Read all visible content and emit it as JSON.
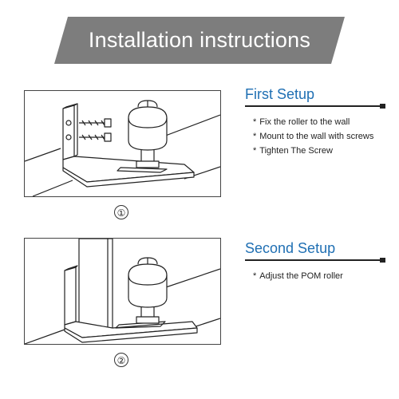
{
  "banner": {
    "title": "Installation instructions"
  },
  "steps": [
    {
      "number": "①",
      "heading": "First Setup",
      "items": [
        "Fix the roller to the wall",
        "Mount to the wall with screws",
        "Tighten The Screw"
      ]
    },
    {
      "number": "②",
      "heading": "Second Setup",
      "items": [
        "Adjust the POM roller"
      ]
    }
  ],
  "bullet": "*",
  "colors": {
    "banner": "#7d7d7d",
    "heading": "#1f6fb3",
    "line": "#222222"
  },
  "icons": [
    "screw-icon",
    "roller-icon",
    "bracket-icon"
  ]
}
